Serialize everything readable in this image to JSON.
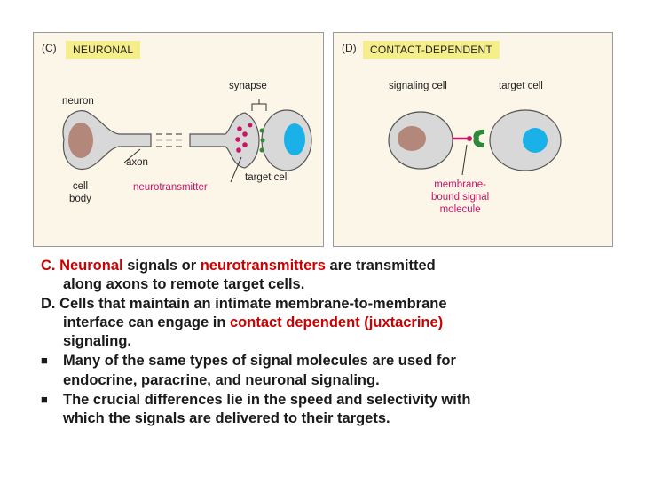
{
  "panel_c": {
    "tag": "(C)",
    "title": "NEURONAL",
    "labels": {
      "neuron": "neuron",
      "synapse": "synapse",
      "axon": "axon",
      "cell_body": "cell\nbody",
      "neurotransmitter": "neurotransmitter",
      "target_cell": "target cell"
    }
  },
  "panel_d": {
    "tag": "(D)",
    "title": "CONTACT-DEPENDENT",
    "labels": {
      "signaling_cell": "signaling cell",
      "target_cell": "target cell",
      "membrane_bound": "membrane-\nbound signal\nmolecule"
    }
  },
  "text": {
    "c_marker": "C. ",
    "c_hl1": "Neuronal",
    "c_mid": " signals or ",
    "c_hl2": "neurotransmitters",
    "c_end": " are transmitted",
    "c_line2": "along axons to remote target cells.",
    "d_line1": "D. Cells that maintain an intimate membrane-to-membrane",
    "d_line2_a": "interface can engage in ",
    "d_hl": "contact dependent (juxtacrine)",
    "d_line3": "signaling.",
    "b1_line1": "Many of the same types of signal molecules are used for",
    "b1_line2": "endocrine, paracrine, and neuronal signaling.",
    "b2_line1": "The crucial differences lie in the speed and selectivity with",
    "b2_line2": "which the signals are delivered to their targets.",
    "bullet": "■"
  },
  "colors": {
    "panel_bg": "#fbf6e8",
    "title_bg": "#f5ee8a",
    "cell_fill": "#d8d8d8",
    "nucleus": "#b3887a",
    "target_nucleus": "#19b1e8",
    "neurotransmitter": "#cc1466",
    "receptor": "#2e8a3a",
    "highlight_text": "#cc0000"
  }
}
